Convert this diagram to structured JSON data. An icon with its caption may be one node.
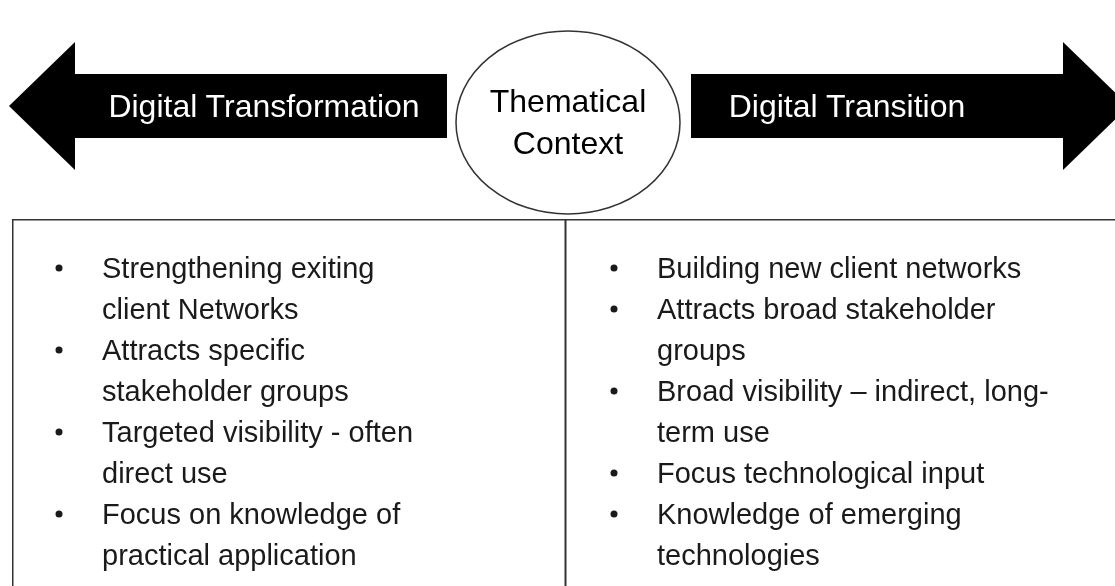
{
  "diagram": {
    "nodes": [
      {
        "text": [
          "Digital Transformation"
        ]
      },
      {
        "text": [
          "Thematical Context"
        ]
      },
      {
        "text": [
          "Digital Transition"
        ]
      },
      {
        "text": [
          "Strengthening exiting client Networks",
          "Attracts specific stakeholder groups",
          "Targeted visibility - often direct use",
          "Focus on knowledge of practical application"
        ]
      },
      {
        "text": [
          "Building new client networks",
          "Attracts broad stakeholder groups",
          "Broad visibility – indirect, long-term use",
          "Focus technological input",
          "Knowledge of emerging technologies"
        ]
      }
    ]
  }
}
